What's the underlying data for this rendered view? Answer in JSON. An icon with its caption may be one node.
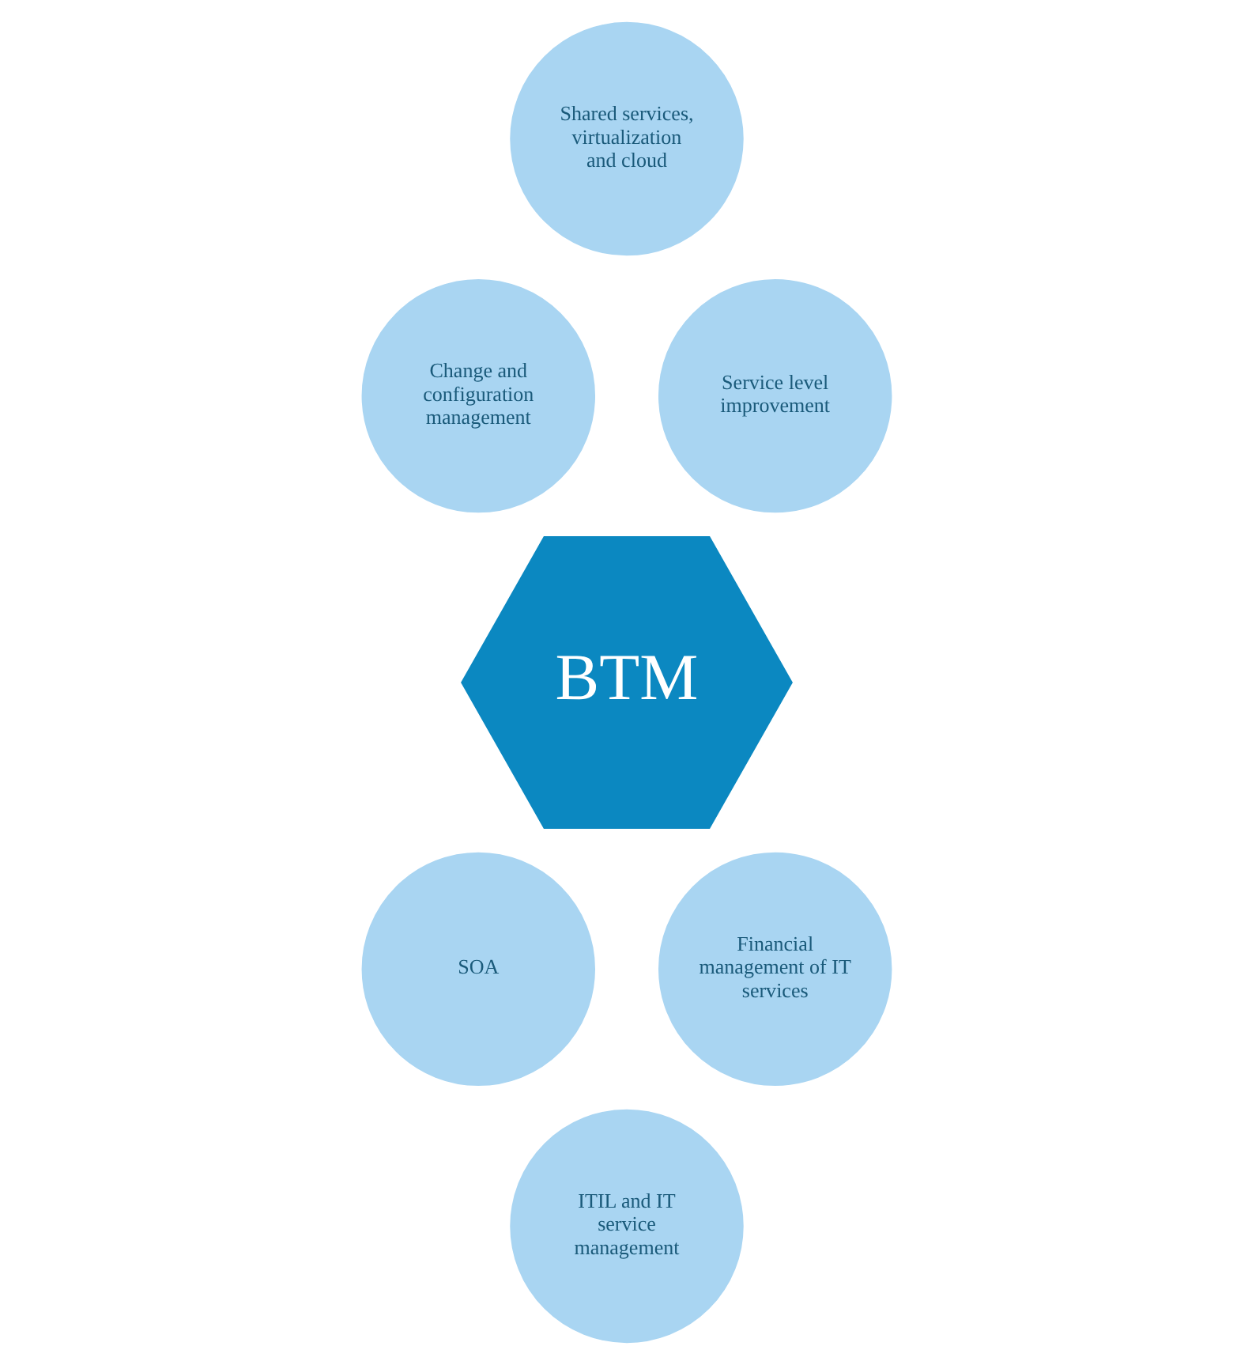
{
  "diagram": {
    "nodes": [
      {
        "text": [
          "Shared services, virtualization and cloud"
        ]
      },
      {
        "text": [
          "Change and configuration management"
        ]
      },
      {
        "text": [
          "Service level improvement"
        ]
      },
      {
        "text": [
          "BTM"
        ]
      },
      {
        "text": [
          "SOA"
        ]
      },
      {
        "text": [
          "Financial management of IT services"
        ]
      },
      {
        "text": [
          "ITIL and IT service management"
        ]
      }
    ]
  }
}
